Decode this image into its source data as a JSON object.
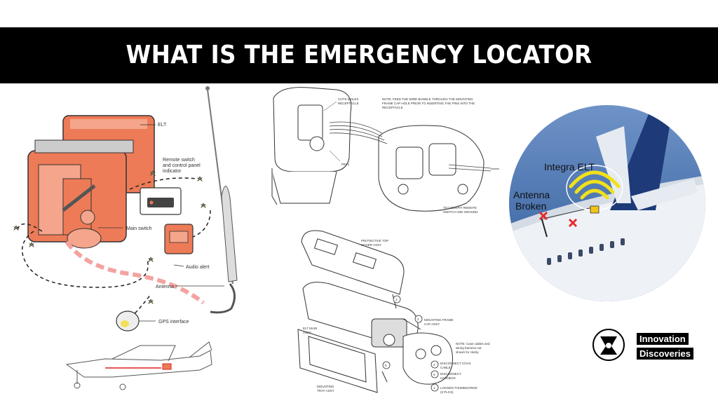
{
  "title": "WHAT IS THE EMERGENCY LOCATOR TRANSMITTER (ELT)?",
  "left_diagram": {
    "labels": {
      "elt": "ELT",
      "remote_switch": [
        "Remote switch",
        "and control panel",
        "indicator"
      ],
      "main_switch": "Main switch",
      "audio_alert": "Audio alert",
      "antenna": "Antenna",
      "gps": "GPS interface"
    }
  },
  "top_middle_diagram": {
    "labels": {
      "receptacle": [
        "COTS MOLEX",
        "RECEPTACLE"
      ],
      "note": [
        "NOTE: FEED THE WIRE BUNDLE THROUGH THE MOUNTING",
        "FRAME CAP HOLE PRIOR TO INSERTING THE PINS INTO THE",
        "RECEPTACLE"
      ],
      "pin": "PIN 1",
      "cockpit": [
        "TO COCKPIT REMOTE",
        "SWITCH AND GROUND"
      ]
    }
  },
  "bottom_middle_diagram": {
    "labels": {
      "top_cover": [
        "PROTECTIVE TOP",
        "COVER ASSY"
      ],
      "frame_cap": [
        "MOUNTING FRAME",
        "CAP ASSY"
      ],
      "elt_main": [
        "ELT MAIN",
        "ASSY"
      ],
      "tray": [
        "MOUNTING",
        "TRAY ASSY"
      ],
      "note": [
        "NOTE: Case cables and",
        "wiring harness not",
        "shown for clarity"
      ],
      "step4": [
        "DISCONNECT COAX",
        "CABLE"
      ],
      "step5": [
        "DISCONNECT",
        "HARNESS"
      ],
      "step1": [
        "LOOSEN THUMBSCREW",
        "(2 PLCS)"
      ],
      "step_numbers": [
        "1",
        "2",
        "3",
        "4",
        "5",
        "6"
      ]
    }
  },
  "right_circle": {
    "integra": "Integra ELT",
    "antenna_broken": [
      "Antenna",
      "Broken"
    ],
    "colors": {
      "sky": "#3f6fae",
      "fuselage": "#eef2f7",
      "tail": "#1e3a78",
      "signal": "#f2e11a",
      "mark": "#e52a2a"
    }
  },
  "logo": {
    "line1": "Innovation",
    "line2": "Discoveries"
  },
  "colors": {
    "elt_orange": "#ee7b57",
    "elt_light": "#f4a58b",
    "dash_pink": "#f3a3a0",
    "star": "#f4e05a"
  }
}
